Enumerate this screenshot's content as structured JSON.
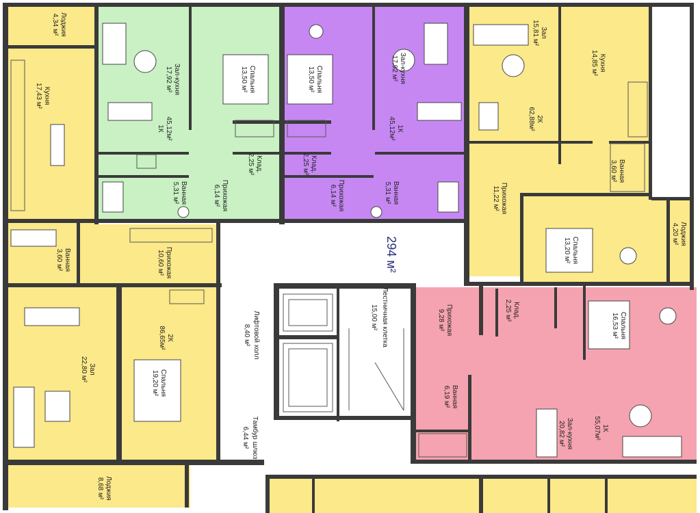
{
  "colors": {
    "yellow": "#fbe98a",
    "green": "#c9f1c4",
    "purple": "#c687f3",
    "pink": "#f5a3b0",
    "hall": "#ffffff",
    "wall": "#3a3a3a",
    "area_text": "#27307a"
  },
  "total_area": "294 м²",
  "units": [
    {
      "type": "1К",
      "area": "45,12м²"
    },
    {
      "type": "1К",
      "area": "45,12м²"
    },
    {
      "type": "2К",
      "area": "62,88м²"
    },
    {
      "type": "2К",
      "area": "86,65м²"
    },
    {
      "type": "1К",
      "area": "55,07м²"
    }
  ],
  "rooms": [
    {
      "name": "Лоджия",
      "area": "4,34 м²"
    },
    {
      "name": "Кухня",
      "area": "17,43 м²"
    },
    {
      "name": "Зал-кухня",
      "area": "17,92 м²"
    },
    {
      "name": "Спальня",
      "area": "13,50 м²"
    },
    {
      "name": "Спальня",
      "area": "13,50 м²"
    },
    {
      "name": "Зал-кухня",
      "area": "17,92 м²"
    },
    {
      "name": "Зал",
      "area": "15,81 м²"
    },
    {
      "name": "Кухня",
      "area": "14,85 м²"
    },
    {
      "name": "Клад.",
      "area": "2,25 м²"
    },
    {
      "name": "Клад.",
      "area": "2,25 м²"
    },
    {
      "name": "Ванная",
      "area": "5,31 м²"
    },
    {
      "name": "Прихожая",
      "area": "6,14 м²"
    },
    {
      "name": "Прихожая",
      "area": "6,14 м²"
    },
    {
      "name": "Ванная",
      "area": "5,31 м²"
    },
    {
      "name": "Ванная",
      "area": "3,60 м²"
    },
    {
      "name": "Прихожая",
      "area": "11,22 м²"
    },
    {
      "name": "Лоджия",
      "area": "4,20 м²"
    },
    {
      "name": "Спальня",
      "area": "13,20 м²"
    },
    {
      "name": "Ванная",
      "area": "3,60 м²"
    },
    {
      "name": "Прихожая",
      "area": "10,60 м²"
    },
    {
      "name": "Зал",
      "area": "22,80 м²"
    },
    {
      "name": "Спальня",
      "area": "19,20 м²"
    },
    {
      "name": "Лифтовой холл",
      "area": "8,40 м²"
    },
    {
      "name": "Лестничная клетка",
      "area": "15,00 м²"
    },
    {
      "name": "Тамбур шлюз",
      "area": "6,44 м²"
    },
    {
      "name": "Прихожая",
      "area": "9,28 м²"
    },
    {
      "name": "Клад.",
      "area": "2,25 м²"
    },
    {
      "name": "Спальня",
      "area": "16,53 м²"
    },
    {
      "name": "Ванная",
      "area": "6,19 м²"
    },
    {
      "name": "Зал-кухня",
      "area": "20,82 м²"
    },
    {
      "name": "Лоджия",
      "area": "8,68 м²"
    }
  ]
}
